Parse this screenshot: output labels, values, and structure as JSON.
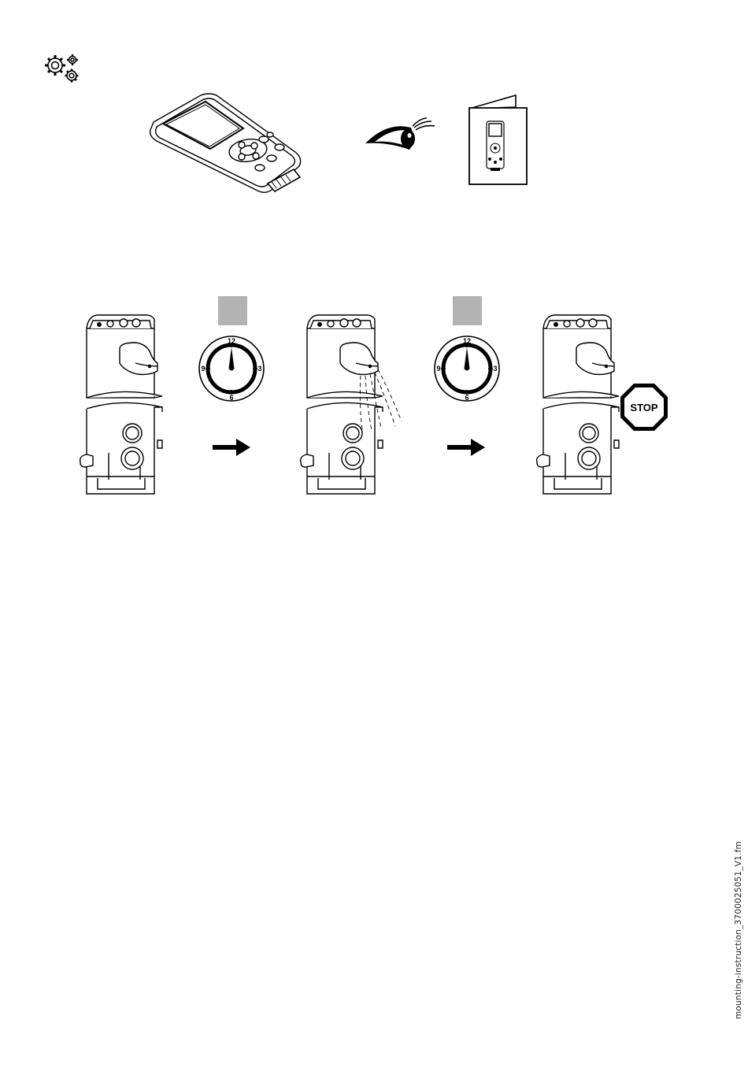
{
  "header": {
    "icon": "gears-icon"
  },
  "top_row": {
    "device_icon": "handheld-controller-icon",
    "eye_icon": "eye-icon",
    "booklet_icon": "manual-booklet-icon"
  },
  "sequence": {
    "dial_labels": {
      "top": "12",
      "right": "3",
      "bottom": "6",
      "left": "9"
    },
    "dial_count": 2,
    "arrow_icon": "right-arrow-icon",
    "stop_label": "STOP"
  },
  "footer": {
    "file_name": "mounting-instruction_3700025051_V1.fm"
  },
  "colors": {
    "ink": "#000000",
    "gray_box": "#b3b3b3",
    "background": "#ffffff"
  }
}
